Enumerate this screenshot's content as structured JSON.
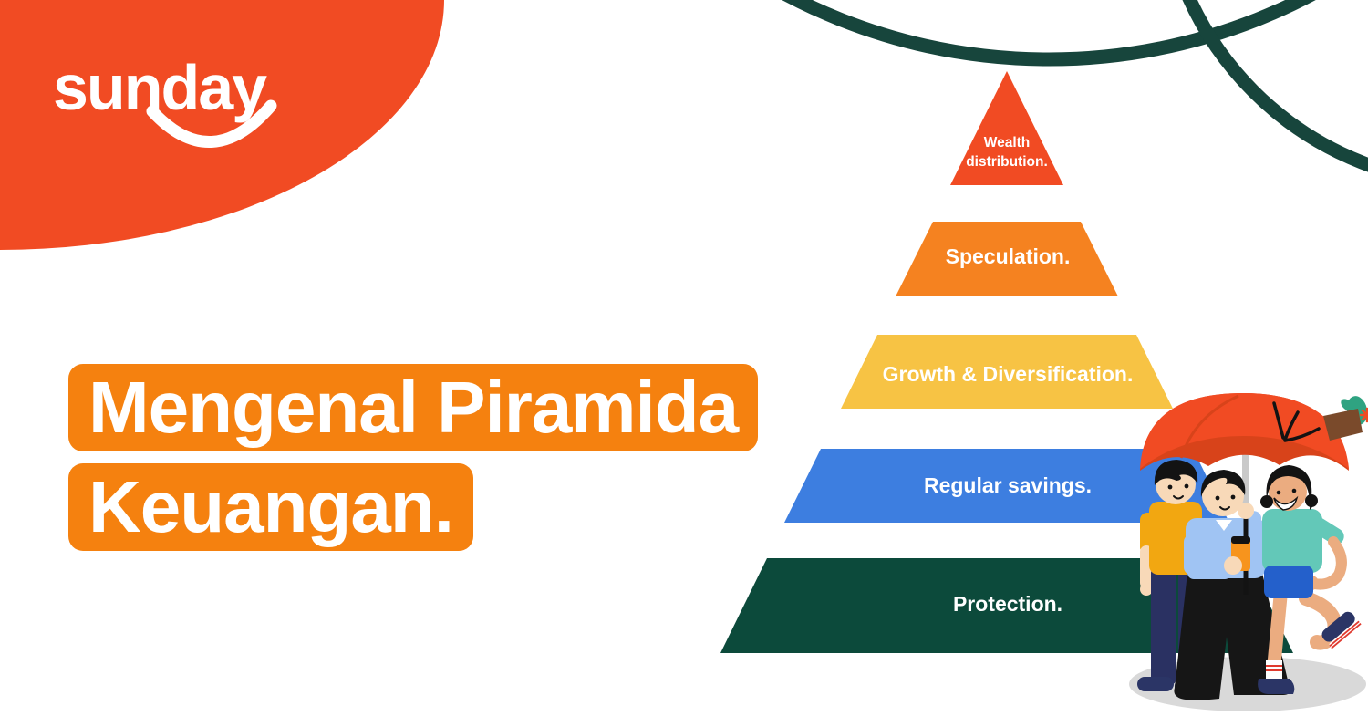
{
  "brand": {
    "logo_text": "sunday",
    "brand_color": "#F14B23"
  },
  "title": {
    "line1": "Mengenal Piramida",
    "line2": "Keuangan.",
    "highlight_color": "#F5810F",
    "text_color": "#FFFFFF"
  },
  "pyramid": {
    "levels": [
      {
        "label": "Wealth distribution.",
        "color": "#F14B23"
      },
      {
        "label": "Speculation.",
        "color": "#F58220"
      },
      {
        "label": "Growth & Diversification.",
        "color": "#F7C344"
      },
      {
        "label": "Regular savings.",
        "color": "#3D7EE0"
      },
      {
        "label": "Protection.",
        "color": "#0C4A3B"
      }
    ]
  },
  "decor": {
    "curve_color": "#17453C",
    "shadow_color": "#D9D9D9"
  },
  "illustration": {
    "umbrella": "#F14B23",
    "umbrella_shade": "#D8431A",
    "pole": "#C9C9C9",
    "skin_light": "#F8D9B8",
    "skin_tan": "#EBAC80",
    "shirt_orange": "#F2A711",
    "shirt_blue": "#A0C4F3",
    "shirt_teal": "#63C8B8",
    "pants_navy": "#2A3162",
    "pants_black": "#161616",
    "shorts_blue": "#2460CB",
    "shoe_navy": "#2B3566",
    "phone_orange": "#F7941D",
    "pot_brown": "#7A4A2B",
    "cactus_green": "#2FA381"
  }
}
